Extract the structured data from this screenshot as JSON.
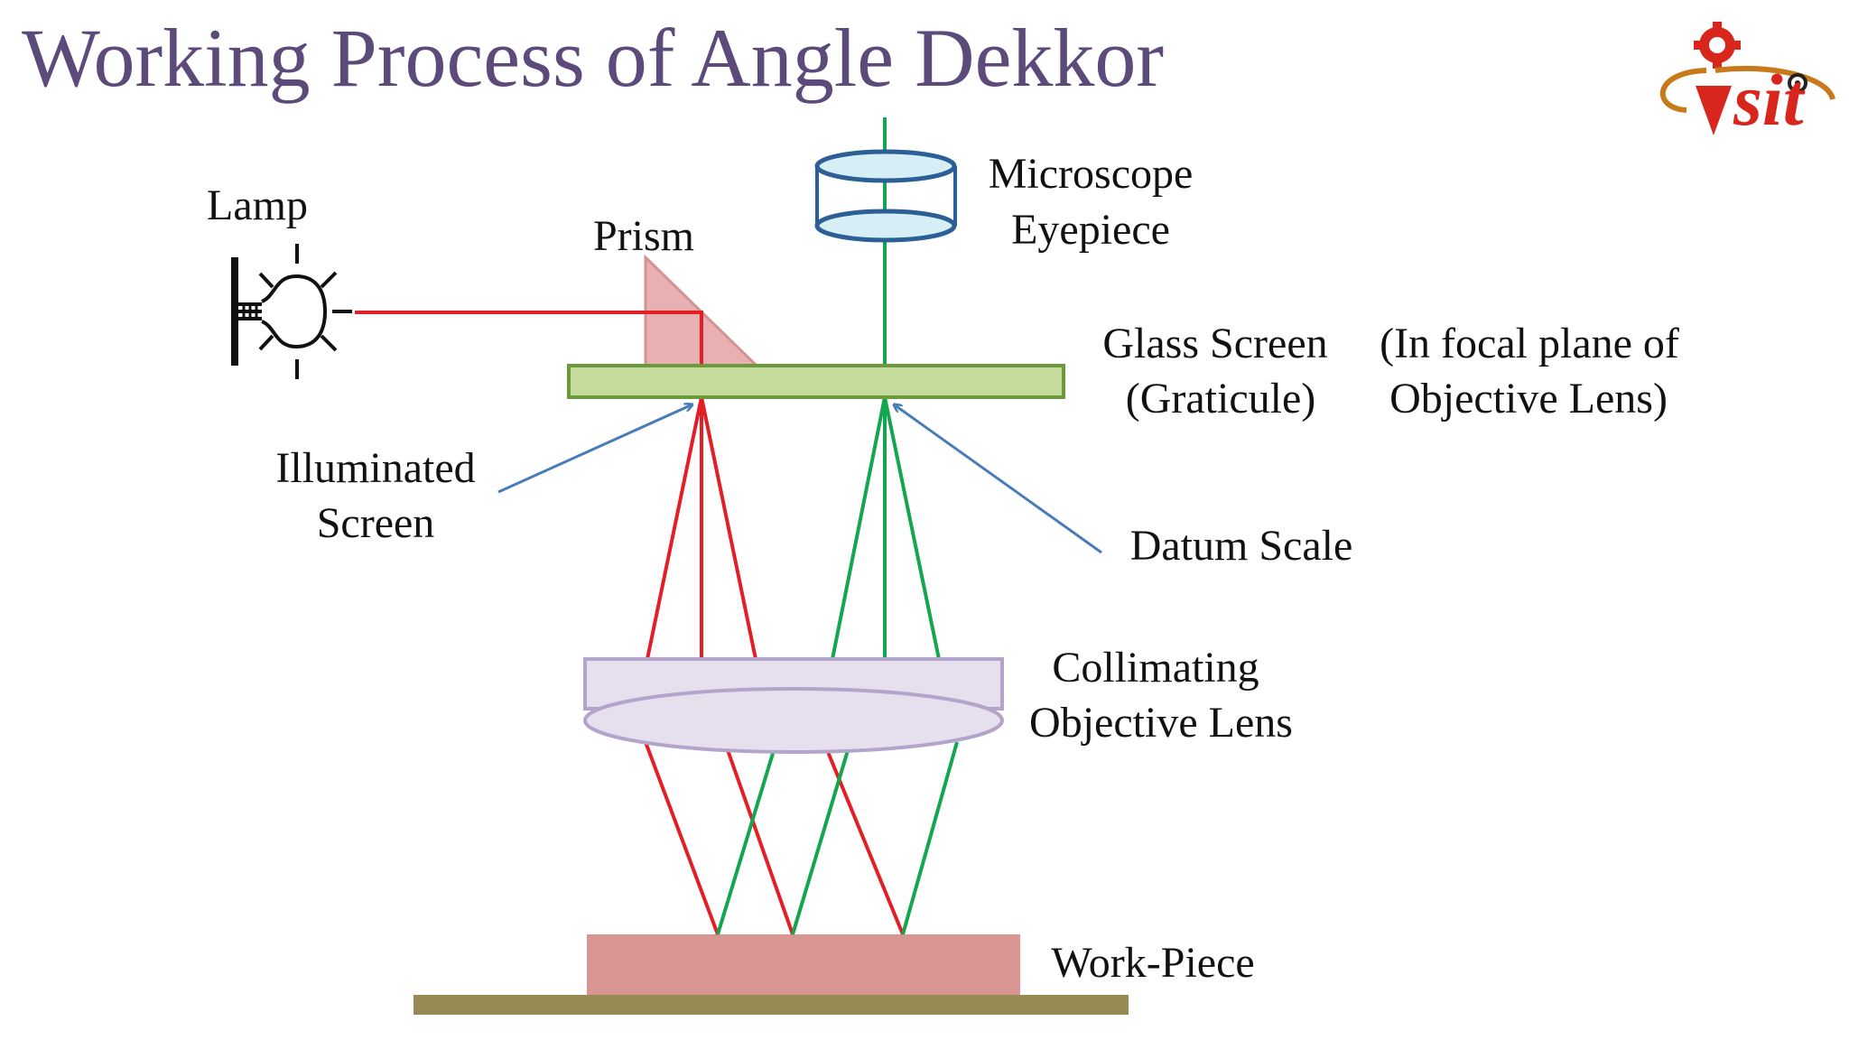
{
  "title": "Working Process of Angle Dekkor",
  "logo": {
    "text": "sit",
    "icon": "gear-icon"
  },
  "labels": {
    "lamp": "Lamp",
    "prism": "Prism",
    "eyepiece_line1": "Microscope",
    "eyepiece_line2": "Eyepiece",
    "glass_line1": "Glass Screen",
    "glass_line2": "(Graticule)",
    "focal_line1": "(In focal plane of",
    "focal_line2": "Objective Lens)",
    "illuminated_line1": "Illuminated",
    "illuminated_line2": "Screen",
    "datum": "Datum Scale",
    "collimating_line1": "Collimating",
    "collimating_line2": "Objective Lens",
    "workpiece": "Work-Piece"
  },
  "colors": {
    "title": "#5b4a7a",
    "red_ray": "#e31e24",
    "green_ray": "#13a64f",
    "arrow": "#4a7db8",
    "glass_fill": "#c5dc9c",
    "glass_stroke": "#6b9a3a",
    "prism_fill": "#e8b0b0",
    "lens_fill": "#e6e0ee",
    "lens_stroke": "#b3a4cc",
    "eyepiece_fill": "#d6eef6",
    "eyepiece_stroke": "#2b5f95",
    "workpiece_fill": "#d99592",
    "base_fill": "#968a55",
    "logo_accent": "#d9261c"
  }
}
